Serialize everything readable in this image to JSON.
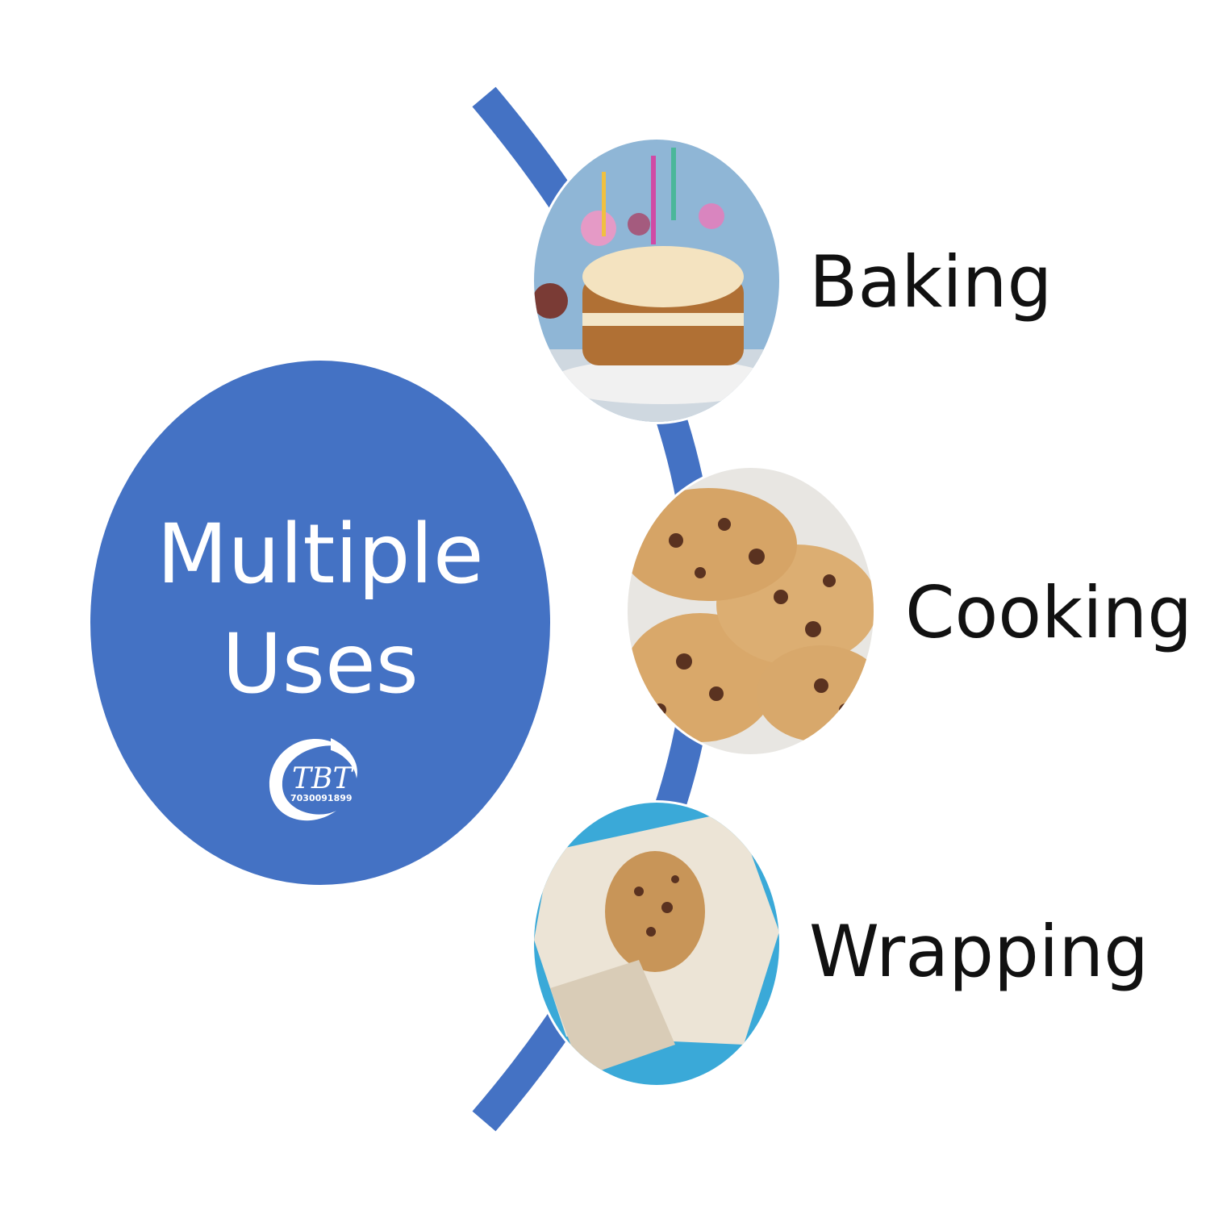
{
  "theme": {
    "accent": "#4472C4",
    "arc_color": "#4472C4"
  },
  "center": {
    "line1": "Multiple",
    "line2": "Uses"
  },
  "items": [
    {
      "label": "Baking",
      "icon": "cake-photo"
    },
    {
      "label": "Cooking",
      "icon": "cookies-photo"
    },
    {
      "label": "Wrapping",
      "icon": "wrapped-cookie-photo"
    }
  ],
  "logo": {
    "text": "TBT",
    "phone": "7030091899"
  }
}
